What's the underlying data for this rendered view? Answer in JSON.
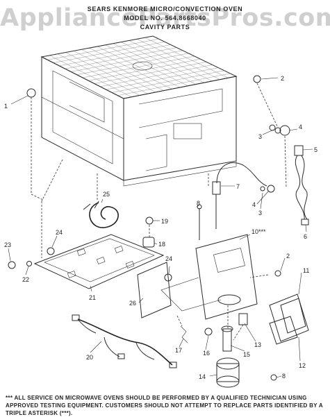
{
  "watermark": "AppliancePartsPros.com",
  "header": {
    "line1": "SEARS KENMORE MICRO/CONVECTION OVEN",
    "line2": "MODEL NO. 564.8668040",
    "line3": "CAVITY PARTS"
  },
  "callouts": {
    "c1": "1",
    "c2a": "2",
    "c2b": "2",
    "c3a": "3",
    "c3b": "3",
    "c4a": "4",
    "c4b": "4",
    "c5": "5",
    "c6": "6",
    "c7": "7",
    "c8a": "8",
    "c8b": "8",
    "c10": "10***",
    "c11": "11",
    "c12": "12",
    "c13": "13",
    "c14": "14",
    "c15": "15",
    "c16": "16",
    "c17": "17",
    "c18": "18",
    "c19": "19",
    "c20": "20",
    "c21": "21",
    "c22": "22",
    "c23": "23",
    "c24a": "24",
    "c24b": "24",
    "c25": "25",
    "c26": "26"
  },
  "note": "*** ALL SERVICE ON MICROWAVE OVENS SHOULD BE PERFORMED BY A QUALIFIED TECHNICIAN USING APPROVED TESTING EQUIPMENT. CUSTOMERS SHOULD NOT ATTEMPT TO REPLACE PARTS IDENTIFIED BY A TRIPLE ASTERISK (***)."
}
